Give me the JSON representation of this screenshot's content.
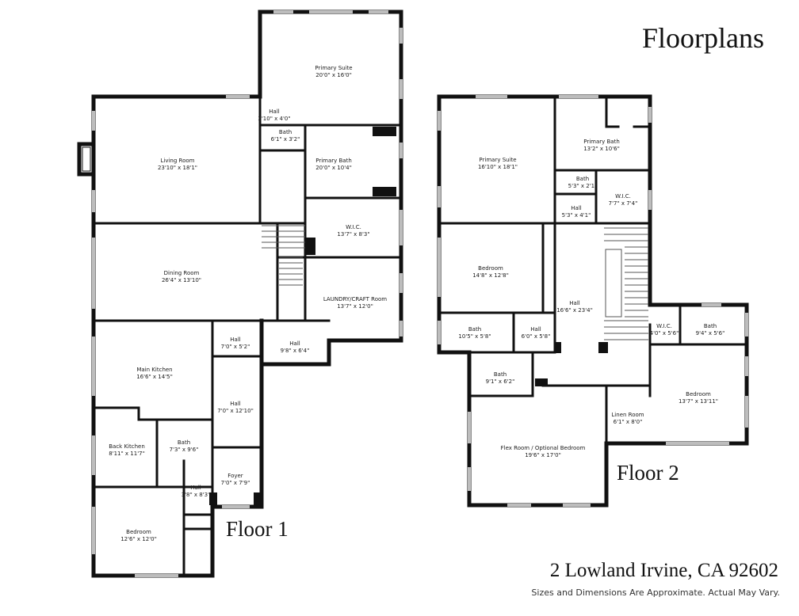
{
  "title": "Floorplans",
  "address": "2 Lowland Irvine, CA 92602",
  "disclaimer": "Sizes and Dimensions Are Approximate. Actual May Vary.",
  "floor1": {
    "label": "Floor 1",
    "rooms": [
      {
        "id": "f1-primary-suite",
        "name": "Primary Suite",
        "dim": "20'0\" x 16'0\""
      },
      {
        "id": "f1-hall-top",
        "name": "Hall",
        "dim": "3'10\" x 4'0\""
      },
      {
        "id": "f1-bath-small",
        "name": "Bath",
        "dim": "6'1\" x 3'2\""
      },
      {
        "id": "f1-living-room",
        "name": "Living Room",
        "dim": "23'10\" x 18'1\""
      },
      {
        "id": "f1-primary-bath",
        "name": "Primary Bath",
        "dim": "20'0\" x 10'4\""
      },
      {
        "id": "f1-wic",
        "name": "W.I.C.",
        "dim": "13'7\" x 8'3\""
      },
      {
        "id": "f1-dining-room",
        "name": "Dining Room",
        "dim": "26'4\" x 13'10\""
      },
      {
        "id": "f1-laundry",
        "name": "LAUNDRY/CRAFT Room",
        "dim": "13'7\" x 12'0\""
      },
      {
        "id": "f1-hall-mid-right",
        "name": "Hall",
        "dim": "9'8\" x 6'4\""
      },
      {
        "id": "f1-hall-mid",
        "name": "Hall",
        "dim": "7'0\" x 5'2\""
      },
      {
        "id": "f1-main-kitchen",
        "name": "Main Kitchen",
        "dim": "16'6\" x 14'5\""
      },
      {
        "id": "f1-hall-long",
        "name": "Hall",
        "dim": "7'0\" x 12'10\""
      },
      {
        "id": "f1-back-kitchen",
        "name": "Back Kitchen",
        "dim": "8'11\" x 11'7\""
      },
      {
        "id": "f1-bath-lower",
        "name": "Bath",
        "dim": "7'3\" x 9'6\""
      },
      {
        "id": "f1-foyer",
        "name": "Foyer",
        "dim": "7'0\" x 7'9\""
      },
      {
        "id": "f1-hall-small",
        "name": "Hall",
        "dim": "3'8\" x 8'3\""
      },
      {
        "id": "f1-bedroom",
        "name": "Bedroom",
        "dim": "12'6\" x 12'0\""
      }
    ]
  },
  "floor2": {
    "label": "Floor 2",
    "rooms": [
      {
        "id": "f2-primary-suite",
        "name": "Primary Suite",
        "dim": "16'10\" x 18'1\""
      },
      {
        "id": "f2-primary-bath",
        "name": "Primary Bath",
        "dim": "13'2\" x 10'6\""
      },
      {
        "id": "f2-bath-tiny",
        "name": "Bath",
        "dim": "5'3\" x 2'1\""
      },
      {
        "id": "f2-wic-top",
        "name": "W.I.C.",
        "dim": "7'7\" x 7'4\""
      },
      {
        "id": "f2-hall-top",
        "name": "Hall",
        "dim": "5'3\" x 4'1\""
      },
      {
        "id": "f2-bedroom-left",
        "name": "Bedroom",
        "dim": "14'8\" x 12'8\""
      },
      {
        "id": "f2-hall-main",
        "name": "Hall",
        "dim": "16'6\" x 23'4\""
      },
      {
        "id": "f2-wic-right",
        "name": "W.I.C.",
        "dim": "4'0\" x 5'6\""
      },
      {
        "id": "f2-bath-right",
        "name": "Bath",
        "dim": "9'4\" x 5'6\""
      },
      {
        "id": "f2-bath-left",
        "name": "Bath",
        "dim": "10'5\" x 5'8\""
      },
      {
        "id": "f2-hall-small",
        "name": "Hall",
        "dim": "6'0\" x 5'8\""
      },
      {
        "id": "f2-bath-mid",
        "name": "Bath",
        "dim": "9'1\" x 6'2\""
      },
      {
        "id": "f2-bedroom-right",
        "name": "Bedroom",
        "dim": "13'7\" x 13'11\""
      },
      {
        "id": "f2-linen",
        "name": "Linen Room",
        "dim": "6'1\" x 8'0\""
      },
      {
        "id": "f2-flex",
        "name": "Flex Room / Optional Bedroom",
        "dim": "19'6\" x 17'0\""
      }
    ]
  }
}
